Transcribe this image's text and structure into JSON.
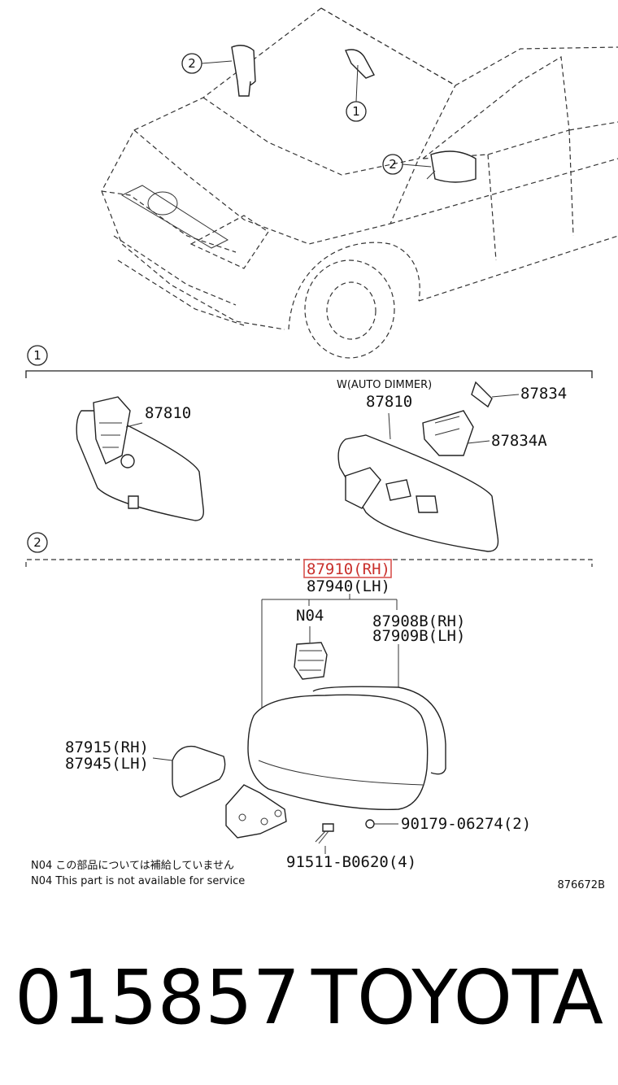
{
  "section_markers": {
    "one": "1",
    "two": "2"
  },
  "callouts": {
    "mirror_inside": "2",
    "mirror_clip": "1",
    "mirror_outside": "2"
  },
  "section1": {
    "standard_part": "87810",
    "auto_dimmer_note": "W(AUTO DIMMER)",
    "auto_dimmer_part": "87810",
    "cover_part": "87834",
    "cover_part_a": "87834A"
  },
  "section2": {
    "mirror_rh": "87910(RH)",
    "mirror_lh": "87940(LH)",
    "motor": "N04",
    "glass_rh": "87908B(RH)",
    "glass_lh": "87909B(LH)",
    "cover_rh": "87915(RH)",
    "cover_lh": "87945(LH)",
    "screw": "90179-06274(2)",
    "bolt": "91511-B0620(4)"
  },
  "notes": {
    "jp": "N04 この部品については補給していません",
    "en": "N04 This part is not available for service"
  },
  "diagram_code": "876672B",
  "footer": {
    "number": "015857",
    "brand": "TOYOTA"
  },
  "highlight_color": "#d9534f"
}
